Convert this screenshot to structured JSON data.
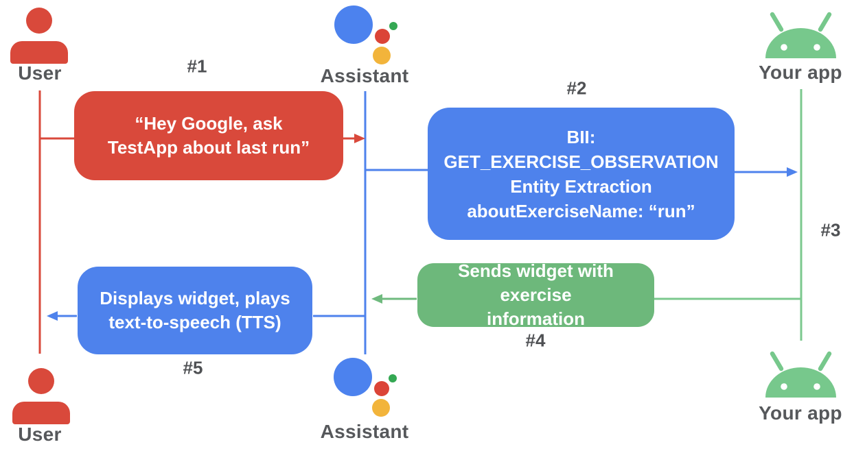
{
  "diagram": {
    "type": "sequence-diagram",
    "topic": "Assistant app action exercise widget flow",
    "actors": {
      "user_top": "User",
      "assistant_top": "Assistant",
      "app_top": "Your app",
      "user_bottom": "User",
      "assistant_bottom": "Assistant",
      "app_bottom": "Your app"
    },
    "icons": {
      "user": "person-icon",
      "assistant": "google-assistant-logo-icon",
      "app": "android-robot-icon"
    },
    "steps": {
      "s1": "#1",
      "s2": "#2",
      "s3": "#3",
      "s4": "#4",
      "s5": "#5"
    },
    "messages": {
      "m1": {
        "from": "User",
        "to": "Assistant",
        "step": "#1",
        "text": "“Hey Google, ask\nTestApp about last run”"
      },
      "m2": {
        "from": "Assistant",
        "to": "Your app",
        "step": "#2",
        "text": "BII:\nGET_EXERCISE_OBSERVATION\nEntity Extraction\naboutExerciseName: “run”"
      },
      "m4": {
        "from": "Your app",
        "to": "Assistant",
        "step": "#4",
        "text": "Sends widget with exercise\ninformation"
      },
      "m5": {
        "from": "Assistant",
        "to": "User",
        "step": "#5",
        "text": "Displays widget, plays\ntext-to-speech (TTS)"
      }
    },
    "colors": {
      "red": "#D9493B",
      "blue": "#4E82EC",
      "green_box": "#6DB87B",
      "android_green": "#77C88C",
      "label_gray": "#56585B",
      "assistant_logo": {
        "blue": "#4C82EE",
        "red": "#DB4437",
        "green": "#34A853",
        "yellow": "#F2B43B"
      }
    }
  }
}
